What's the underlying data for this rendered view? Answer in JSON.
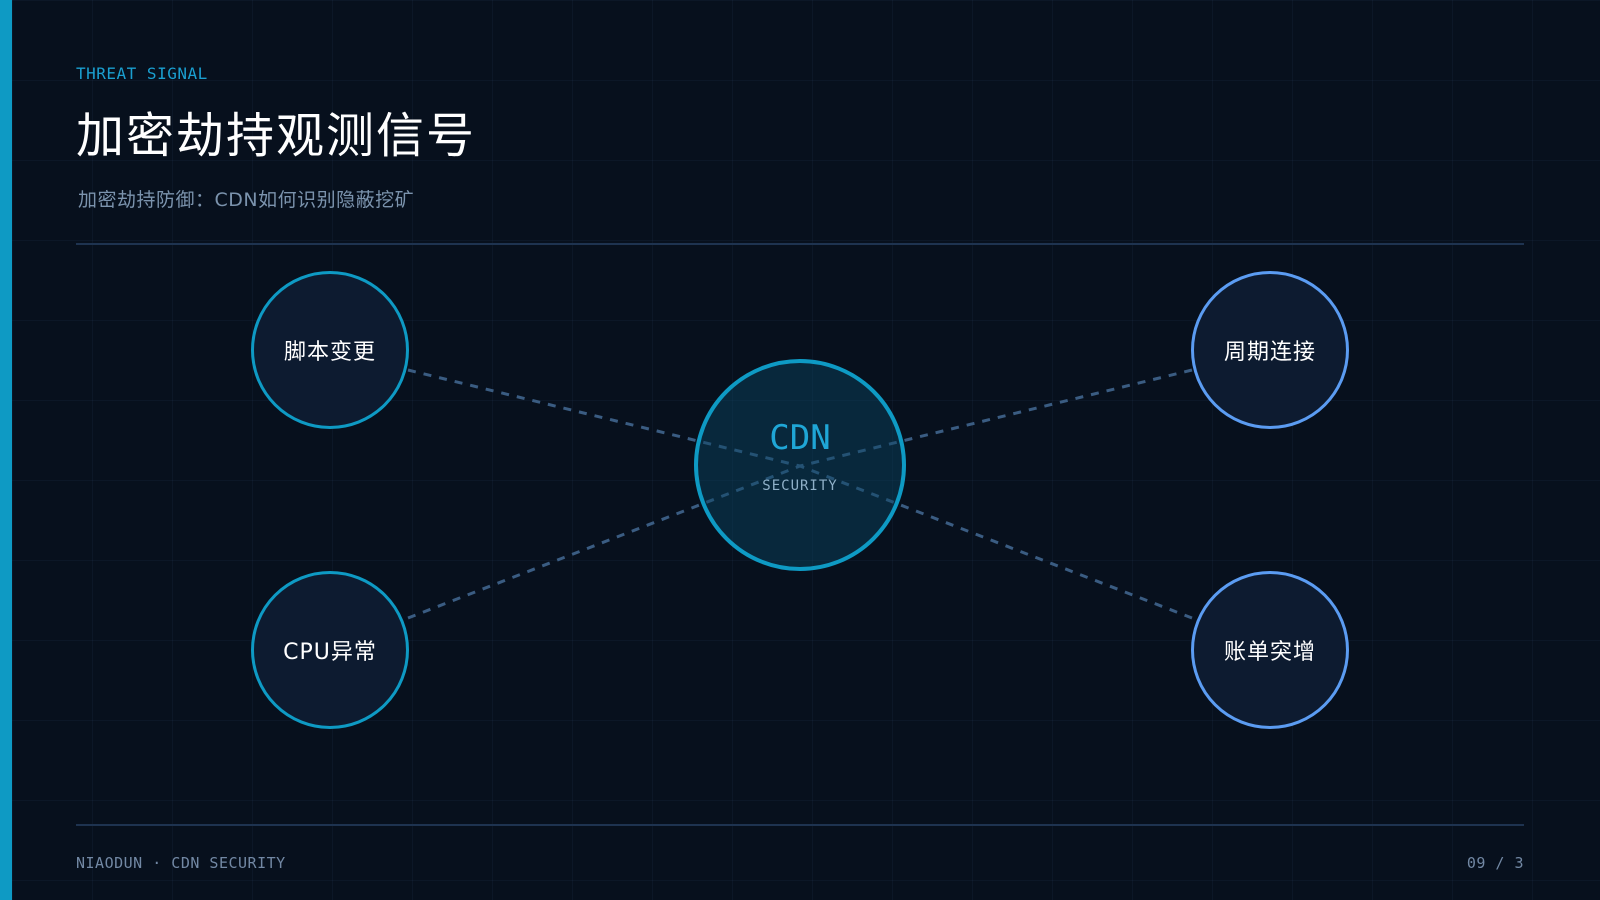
{
  "eyebrow": "THREAT SIGNAL",
  "title": "加密劫持观测信号",
  "subtitle": "加密劫持防御：CDN如何识别隐蔽挖矿",
  "hub": {
    "title": "CDN",
    "subtitle": "SECURITY"
  },
  "nodes": [
    {
      "label": "脚本变更"
    },
    {
      "label": "周期连接"
    },
    {
      "label": "CPU异常"
    },
    {
      "label": "账单突增"
    }
  ],
  "footer": {
    "left": "NIAODUN · CDN SECURITY",
    "right": "09 / 3"
  },
  "colors": {
    "background": "#07101d",
    "accent_teal": "#0e9ac4",
    "accent_blue": "#5b9cf2",
    "link": "#3a5c82"
  }
}
